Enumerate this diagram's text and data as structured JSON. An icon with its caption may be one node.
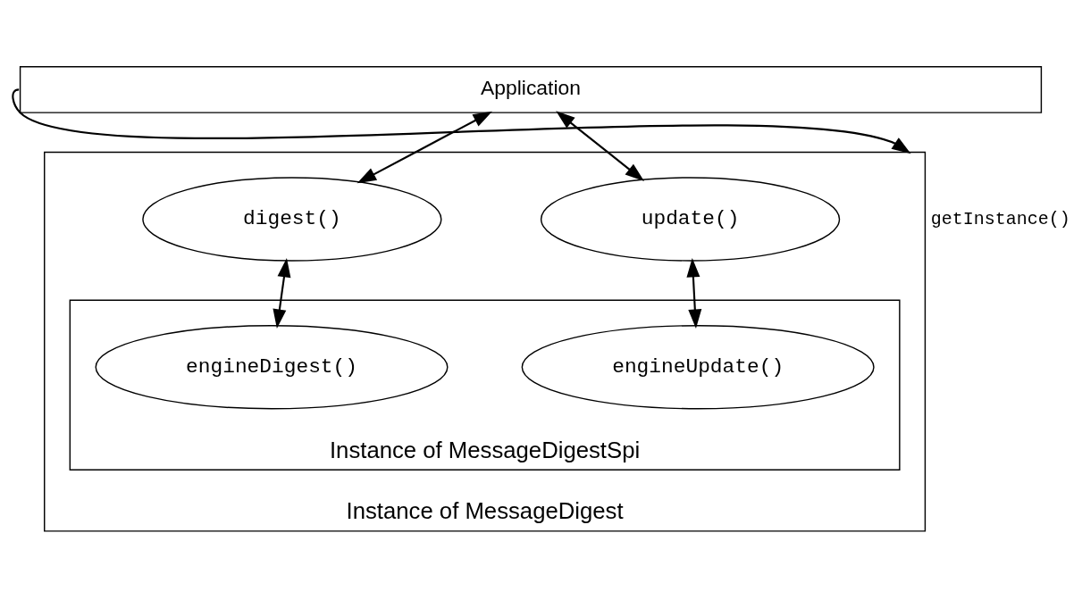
{
  "diagram": {
    "nodes": [
      {
        "text": [
          "Application"
        ]
      },
      {
        "text": [
          "Instance of MessageDigest"
        ]
      },
      {
        "text": [
          "digest()"
        ],
        "in": 1
      },
      {
        "text": [
          "update()"
        ],
        "in": 1
      },
      {
        "text": [
          "Instance of MessageDigestSpi"
        ],
        "in": 1
      },
      {
        "text": [
          "engineDigest()"
        ],
        "in": 4
      },
      {
        "text": [
          "engineUpdate()"
        ],
        "in": 4
      }
    ],
    "edges": [
      {
        "from": 0,
        "to": 1,
        "arrow": "to",
        "label": "getInstance()"
      },
      {
        "from": 0,
        "to": 2,
        "arrow": "both"
      },
      {
        "from": 0,
        "to": 3,
        "arrow": "both"
      },
      {
        "from": 2,
        "to": 5,
        "arrow": "both"
      },
      {
        "from": 3,
        "to": 6,
        "arrow": "both"
      }
    ]
  }
}
